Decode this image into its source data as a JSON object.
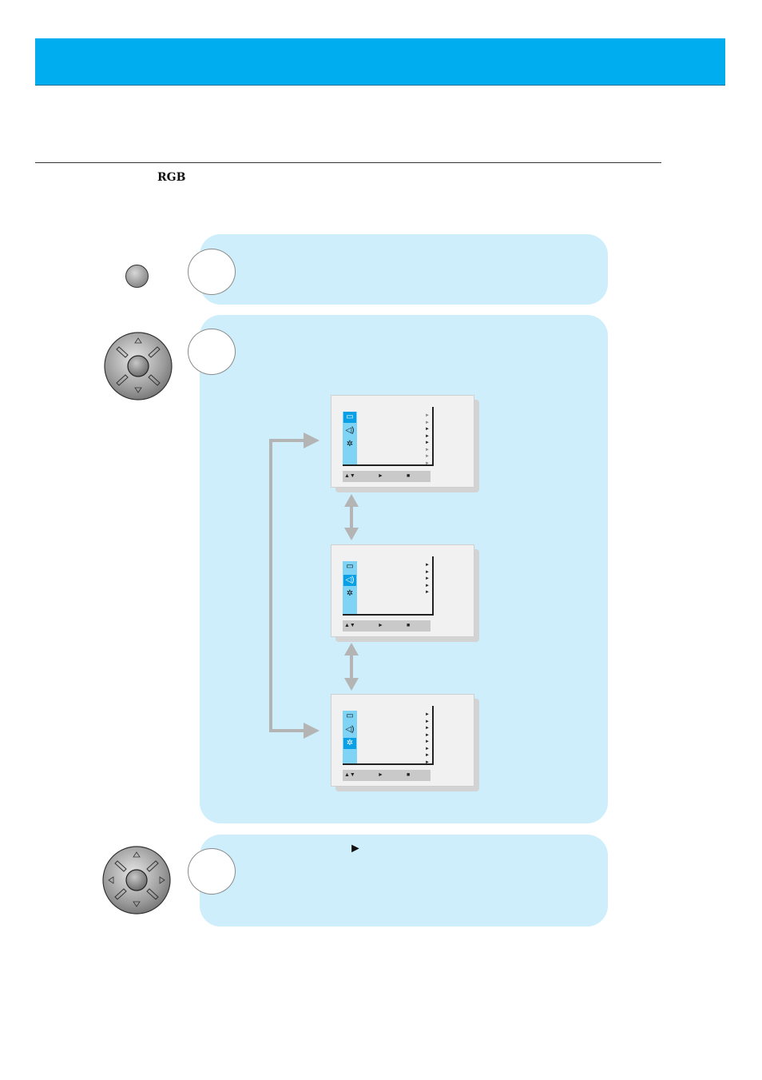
{
  "document": {
    "source_label": "RGB",
    "step3_arrow_glyph": "►"
  },
  "osd_menus": [
    {
      "name": "picture-menu",
      "active_index": 0,
      "icons": [
        "tv-icon",
        "speaker-icon",
        "gear-icon"
      ],
      "submenu_arrow_count": 8,
      "dim_arrow_rows": [
        0,
        1,
        5,
        6,
        7
      ],
      "hint_bar": [
        "▲▼",
        "►",
        "■"
      ]
    },
    {
      "name": "sound-menu",
      "active_index": 1,
      "icons": [
        "tv-icon",
        "speaker-icon",
        "gear-icon"
      ],
      "submenu_arrow_count": 5,
      "dim_arrow_rows": [],
      "hint_bar": [
        "▲▼",
        "►",
        "■"
      ]
    },
    {
      "name": "setup-menu",
      "active_index": 2,
      "icons": [
        "tv-icon",
        "speaker-icon",
        "gear-icon"
      ],
      "submenu_arrow_count": 8,
      "dim_arrow_rows": [],
      "hint_bar": [
        "▲▼",
        "►",
        "■"
      ]
    }
  ],
  "colors": {
    "header_blue": "#00aeef",
    "panel_bg": "#cdeefa",
    "osd_highlight": "#0aa0e6",
    "connector_gray": "#b4b4b4"
  }
}
